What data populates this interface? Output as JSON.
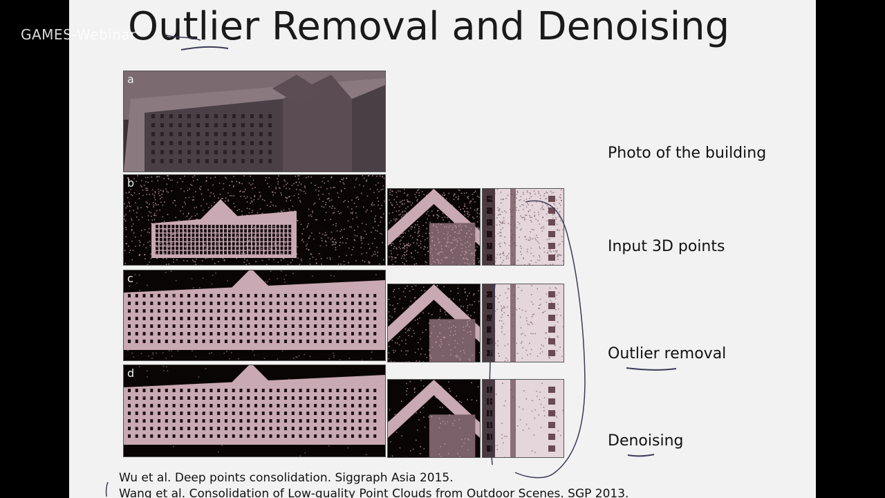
{
  "watermark": "GAMES-Webinar",
  "slide": {
    "title": "Outlier Removal and Denoising"
  },
  "figure": {
    "panels": [
      {
        "letter": "a",
        "description": "Photo of the building"
      },
      {
        "letter": "b",
        "description": "Input 3D points"
      },
      {
        "letter": "c",
        "description": "Outlier removal"
      },
      {
        "letter": "d",
        "description": "Denoising"
      }
    ]
  },
  "labels": {
    "photo": "Photo of the building",
    "input": "Input 3D points",
    "outlier": "Outlier removal",
    "denoise": "Denoising"
  },
  "citations": [
    "Wu et al. Deep points consolidation. Siggraph Asia 2015.",
    "Wang et al. Consolidation of Low-quality Point Clouds from Outdoor Scenes. SGP 2013."
  ],
  "colors": {
    "slide_bg": "#f2f2f2",
    "point_color": "#c9a9b3",
    "panel_bg": "#0a0505",
    "annotation_ink": "#3a3a55"
  }
}
